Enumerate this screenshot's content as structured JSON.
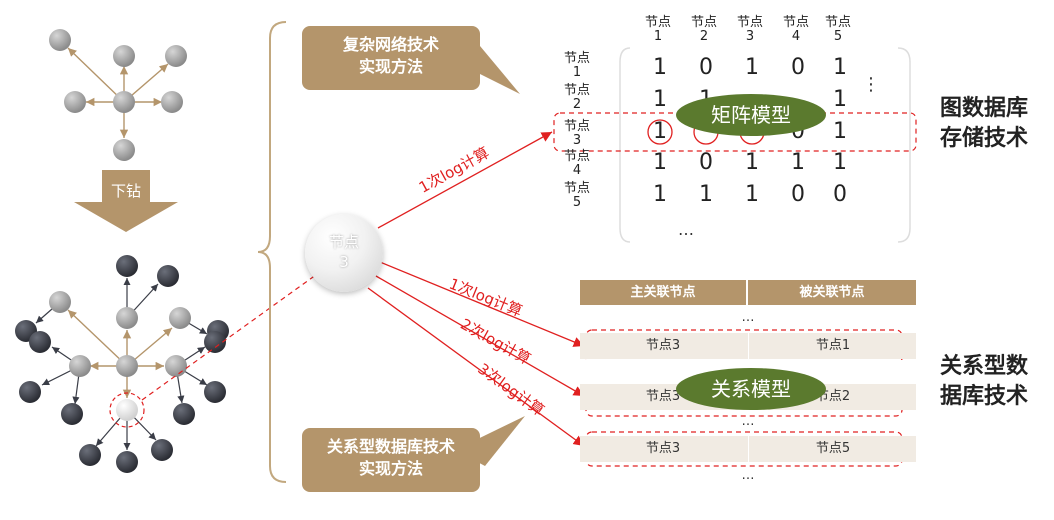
{
  "drill_label": "下钻",
  "callouts": {
    "complex_network": "复杂网络技术\n实现方法",
    "relational_db": "关系型数据库技术\n实现方法"
  },
  "center_node": {
    "line1": "节点",
    "line2": "3"
  },
  "side_titles": {
    "graph_db": "图数据库\n存储技术",
    "relational_db": "关系型数\n据库技术"
  },
  "matrix": {
    "col_headers": [
      {
        "l1": "节点",
        "l2": "1"
      },
      {
        "l1": "节点",
        "l2": "2"
      },
      {
        "l1": "节点",
        "l2": "3"
      },
      {
        "l1": "节点",
        "l2": "4"
      },
      {
        "l1": "节点",
        "l2": "5"
      }
    ],
    "row_headers": [
      {
        "l1": "节点",
        "l2": "1"
      },
      {
        "l1": "节点",
        "l2": "2"
      },
      {
        "l1": "节点",
        "l2": "3"
      },
      {
        "l1": "节点",
        "l2": "4"
      },
      {
        "l1": "节点",
        "l2": "5"
      }
    ],
    "rows": [
      [
        "1",
        "0",
        "1",
        "0",
        "1"
      ],
      [
        "1",
        "1",
        "",
        "",
        "1"
      ],
      [
        "1",
        "",
        "",
        "0",
        "1"
      ],
      [
        "1",
        "0",
        "1",
        "1",
        "1"
      ],
      [
        "1",
        "1",
        "1",
        "0",
        "0"
      ]
    ],
    "ellipsis_right": "⋮",
    "ellipsis_bottom": "…",
    "model_label": "矩阵模型"
  },
  "table": {
    "headers": [
      "主关联节点",
      "被关联节点"
    ],
    "ellipsis": "…",
    "rows": [
      [
        "节点3",
        "节点1"
      ],
      [
        "节点3",
        "节点2"
      ],
      [
        "节点3",
        "节点5"
      ]
    ],
    "model_label": "关系模型"
  },
  "arrow_labels": {
    "matrix": "1次log计算",
    "table1": "1次log计算",
    "table2": "2次log计算",
    "table3": "3次log计算"
  },
  "colors": {
    "accent_tan": "#b4956b",
    "model_green": "#5b7a2e",
    "highlight_red": "#e02020",
    "node_gray": "#9e9e9e",
    "node_dark": "#3a3d47"
  }
}
